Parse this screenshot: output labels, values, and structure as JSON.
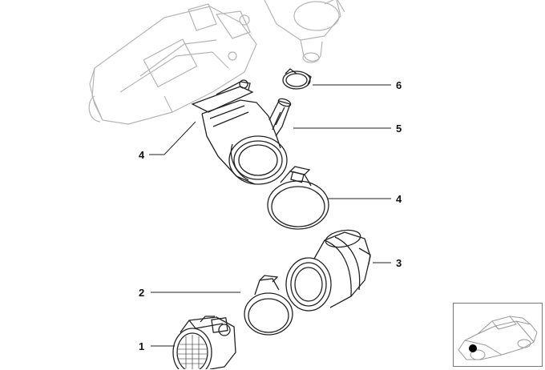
{
  "callouts": [
    {
      "id": "1",
      "label": "1"
    },
    {
      "id": "2",
      "label": "2"
    },
    {
      "id": "3",
      "label": "3"
    },
    {
      "id": "4a",
      "label": "4"
    },
    {
      "id": "4b",
      "label": "4"
    },
    {
      "id": "5",
      "label": "5"
    },
    {
      "id": "6",
      "label": "6"
    }
  ],
  "colors": {
    "line": "#222222",
    "ghost": "#b5b5b5",
    "marker": "#000000"
  },
  "icons": {
    "inset": "car-locator-icon"
  }
}
